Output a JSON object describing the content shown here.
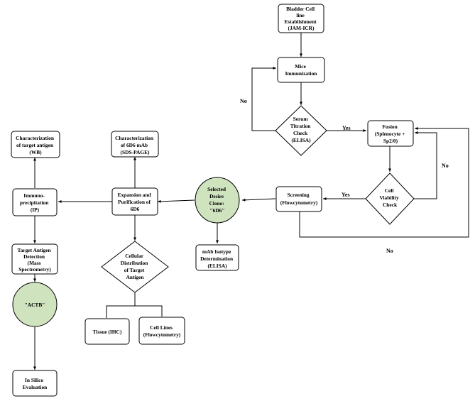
{
  "colors": {
    "highlight": "#cfe3bf",
    "line": "#000000"
  },
  "nodes": [
    {
      "id": "bladder",
      "shape": "box",
      "lines": [
        "Bladder Cell",
        "line",
        "Establishment",
        "(JAM-ICR)"
      ]
    },
    {
      "id": "mice",
      "shape": "box",
      "lines": [
        "Mice",
        "Immunization"
      ]
    },
    {
      "id": "serum",
      "shape": "diamond",
      "lines": [
        "Serum",
        "Titration",
        "Check",
        "(ELISA)"
      ]
    },
    {
      "id": "fusion",
      "shape": "box",
      "lines": [
        "Fusion",
        "(Splenocyte +",
        "Sp2/0)"
      ]
    },
    {
      "id": "viability",
      "shape": "diamond",
      "lines": [
        "Cell",
        "Viability",
        "Check"
      ]
    },
    {
      "id": "screening",
      "shape": "box",
      "lines": [
        "Screening",
        "(Flowcytometry)"
      ]
    },
    {
      "id": "clone",
      "shape": "circle",
      "lines": [
        "Selected",
        "Desire",
        "Clone:",
        "\"6D6\""
      ]
    },
    {
      "id": "isotype",
      "shape": "box",
      "lines": [
        "mAb Isotype",
        "Determination",
        "(ELISA)"
      ]
    },
    {
      "id": "expansion",
      "shape": "box",
      "lines": [
        "Expansion and",
        "Purification of",
        "6D6"
      ]
    },
    {
      "id": "char6d6",
      "shape": "box",
      "lines": [
        "Characterization",
        "of 6D6 mAb",
        "(SDS-PAGE)"
      ]
    },
    {
      "id": "distribution",
      "shape": "diamond",
      "lines": [
        "Cellular",
        "Distribution",
        "of Target",
        "Antigen"
      ]
    },
    {
      "id": "tissue",
      "shape": "box",
      "lines": [
        "Tissue (IHC)"
      ]
    },
    {
      "id": "celllines",
      "shape": "box",
      "lines": [
        "Cell Lines",
        "(Flowcytometry)"
      ]
    },
    {
      "id": "ip",
      "shape": "box",
      "lines": [
        "Immuno-",
        "precipitation",
        "(IP)"
      ]
    },
    {
      "id": "charwb",
      "shape": "box",
      "lines": [
        "Characterization",
        "of target antigen",
        "(WB)"
      ]
    },
    {
      "id": "targetdet",
      "shape": "box",
      "lines": [
        "Target Antigen",
        "Detection",
        "(Mass",
        "Spectrometry)"
      ]
    },
    {
      "id": "actb",
      "shape": "circle",
      "lines": [
        "\"ACTB\""
      ]
    },
    {
      "id": "insilico",
      "shape": "box",
      "lines": [
        "In Silico",
        "Evaluation"
      ]
    }
  ],
  "edge_labels": [
    {
      "id": "no-serum",
      "text": "No"
    },
    {
      "id": "yes-serum",
      "text": "Yes"
    },
    {
      "id": "no-viability",
      "text": "No"
    },
    {
      "id": "yes-viability",
      "text": "Yes"
    },
    {
      "id": "no-loop",
      "text": "No"
    }
  ]
}
